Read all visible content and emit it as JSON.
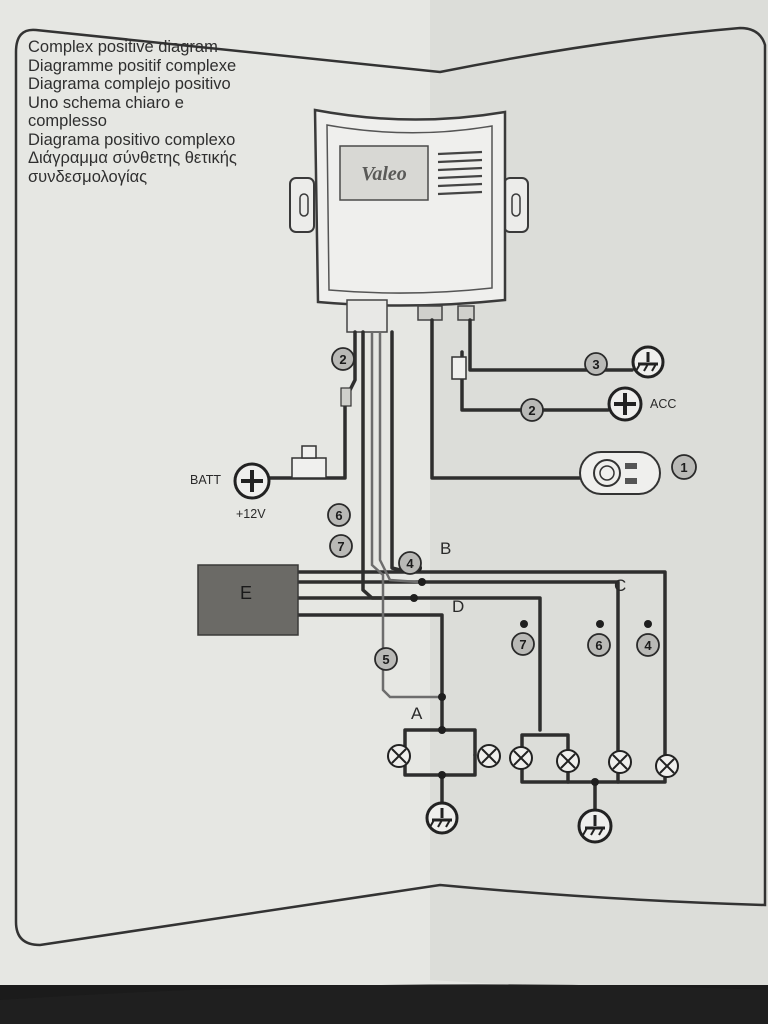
{
  "diagram": {
    "title_lines": [
      "Complex positive diagram",
      "Diagramme positif complexe",
      "Diagrama complejo positivo",
      "Uno schema chiaro e",
      "complesso",
      "Diagrama positivo complexo",
      "Διάγραμμα σύνθετης θετικής",
      "συνδεσμολογίας"
    ],
    "brand": "Valeo",
    "terminals": {
      "batt": "BATT",
      "batt_voltage": "+12V",
      "acc": "ACC"
    },
    "module_label": "E",
    "node_letters": {
      "a": "A",
      "b": "B",
      "c": "C",
      "d": "D"
    },
    "wire_numbers": {
      "batt_wire": "2",
      "ground_wire": "3",
      "acc_wire": "2",
      "sensor": "1",
      "w4_node": "4",
      "w6": "6",
      "w7": "7",
      "w5": "5",
      "lamp7": "7",
      "lamp6": "6",
      "lamp4": "4"
    }
  }
}
